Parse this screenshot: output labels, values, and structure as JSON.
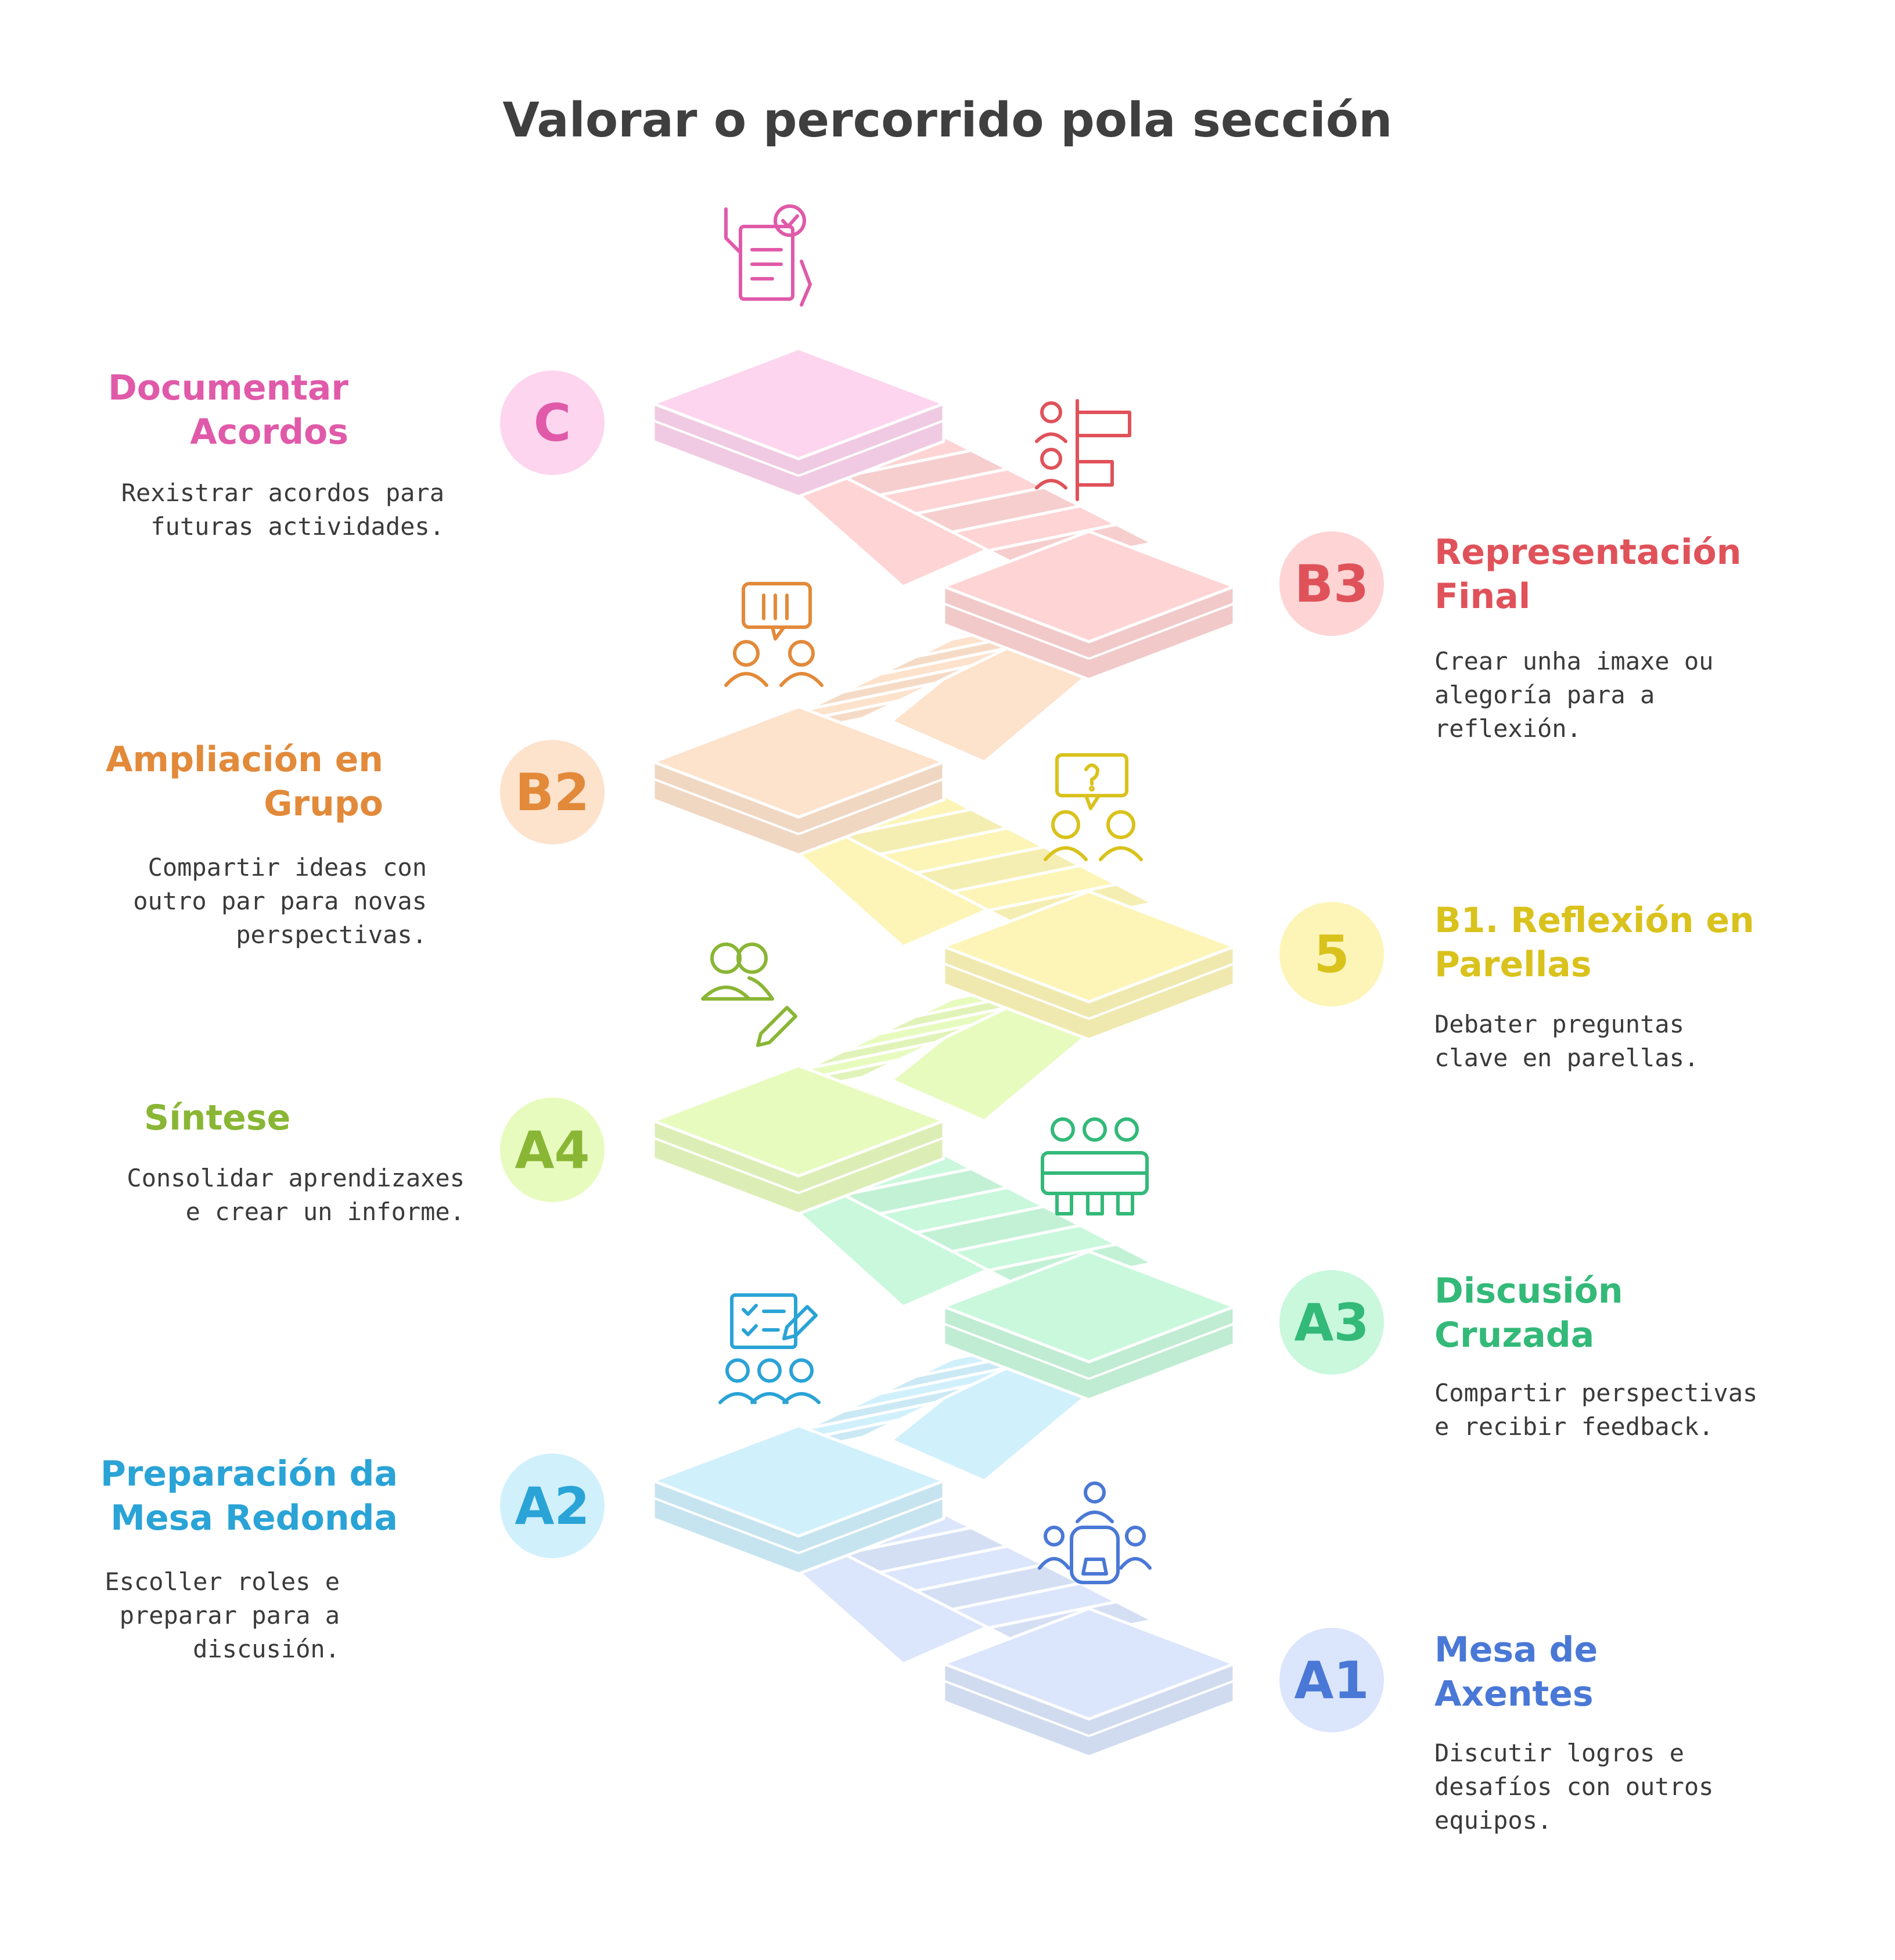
{
  "title": "Valorar o percorrido pola sección",
  "steps": [
    {
      "badge": "C",
      "label": "Documentar\nAcordos",
      "desc": "Rexistrar acordos para\nfuturas actividades.",
      "color": "#e05aa9",
      "fill": "#fdd5ee",
      "icon": "document-check-icon"
    },
    {
      "badge": "B3",
      "label": "Representación\nFinal",
      "desc": "Crear unha imaxe ou\nalegoría para a\nreflexión.",
      "color": "#e0525a",
      "fill": "#fed4d4",
      "icon": "people-chart-icon"
    },
    {
      "badge": "B2",
      "label": "Ampliación en\nGrupo",
      "desc": "Compartir ideas con\noutro par para novas\nperspectivas.",
      "color": "#e28a3a",
      "fill": "#fde2cc",
      "icon": "pair-book-icon"
    },
    {
      "badge": "5",
      "label": "B1. Reflexión en\nParellas",
      "desc": "Debater preguntas\nclave en parellas.",
      "color": "#d9c21c",
      "fill": "#fdf5b8",
      "icon": "pair-question-icon"
    },
    {
      "badge": "A4",
      "label": "Síntese",
      "desc": "Consolidar aprendizaxes\ne crear un informe.",
      "color": "#8ab635",
      "fill": "#e8fbbf",
      "icon": "people-pencil-icon"
    },
    {
      "badge": "A3",
      "label": "Discusión\nCruzada",
      "desc": "Compartir perspectivas\ne recibir feedback.",
      "color": "#33b978",
      "fill": "#c9f8dd",
      "icon": "group-table-icon"
    },
    {
      "badge": "A2",
      "label": "Preparación da\nMesa Redonda",
      "desc": "Escoller roles e\npreparar para a\ndiscusión.",
      "color": "#2aa3d6",
      "fill": "#d0f0fc",
      "icon": "checklist-team-icon"
    },
    {
      "badge": "A1",
      "label": "Mesa de\nAxentes",
      "desc": "Discutir logros e\ndesafíos con outros\nequipos.",
      "color": "#4a78d6",
      "fill": "#dbe6fc",
      "icon": "round-table-icon"
    }
  ]
}
